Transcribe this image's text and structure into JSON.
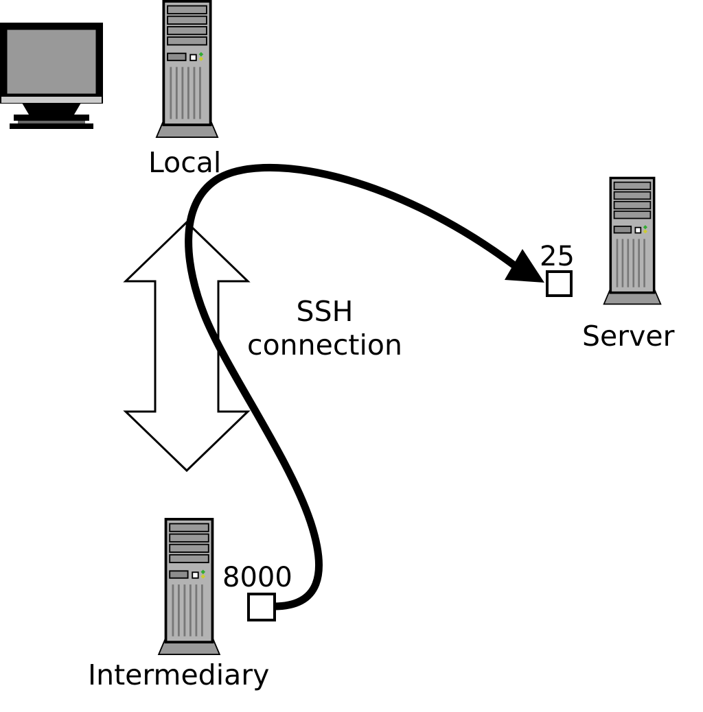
{
  "diagram": {
    "nodes": {
      "local": {
        "label": "Local",
        "icon": "tower-computer-icon"
      },
      "server": {
        "label": "Server",
        "icon": "tower-computer-icon"
      },
      "intermediary": {
        "label": "Intermediary",
        "icon": "tower-computer-icon"
      }
    },
    "workstation": {
      "icon": "crt-monitor-icon"
    },
    "ports": {
      "server_port": "25",
      "intermediary_port": "8000"
    },
    "tunnel": {
      "line1": "SSH",
      "line2": "connection",
      "icon": "double-headed-arrow-icon"
    },
    "connection": {
      "icon": "arrowhead-icon"
    },
    "colors": {
      "background": "#ffffff",
      "outline": "#000000",
      "tower_body": "#b3b3b3",
      "tower_slot": "#999999",
      "tower_base": "#999999",
      "vent_line": "#777777",
      "screen": "#999999",
      "led_green": "#33aa33",
      "led_yellow": "#cccc33",
      "port_box_fill": "#ffffff",
      "connection_stroke": "#000000",
      "tunnel_arrow_fill": "#ffffff"
    }
  }
}
